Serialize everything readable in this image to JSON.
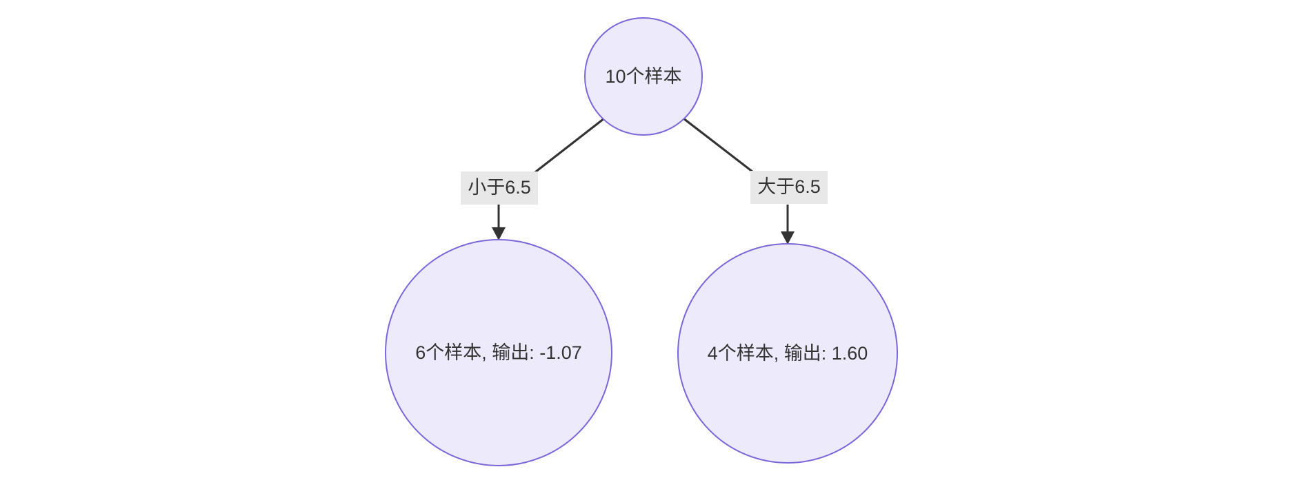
{
  "diagram": {
    "type": "decision-tree",
    "direction": "top-down",
    "background_color": "#FFFFFF",
    "theme": {
      "node_fill": "#ECEAFB",
      "node_stroke": "#7C66D9",
      "node_text_color": "#333333",
      "edge_color": "#333333",
      "edge_label_background": "#E8E8E8",
      "edge_label_text_color": "#333333"
    },
    "nodes": [
      {
        "id": "root",
        "label": "10个样本",
        "shape": "circle",
        "role": "root-node",
        "samples": 10
      },
      {
        "id": "leaf-left",
        "label": "6个样本, 输出: -1.07",
        "shape": "circle",
        "role": "leaf-node",
        "samples": 6,
        "output": -1.07
      },
      {
        "id": "leaf-right",
        "label": "4个样本, 输出: 1.60",
        "shape": "circle",
        "role": "leaf-node",
        "samples": 4,
        "output": 1.6
      }
    ],
    "edges": [
      {
        "id": "edge-left",
        "from": "root",
        "to": "leaf-left",
        "label": "小于6.5",
        "threshold": 6.5,
        "comparison": "less-than"
      },
      {
        "id": "edge-right",
        "from": "root",
        "to": "leaf-right",
        "label": "大于6.5",
        "threshold": 6.5,
        "comparison": "greater-than"
      }
    ]
  }
}
